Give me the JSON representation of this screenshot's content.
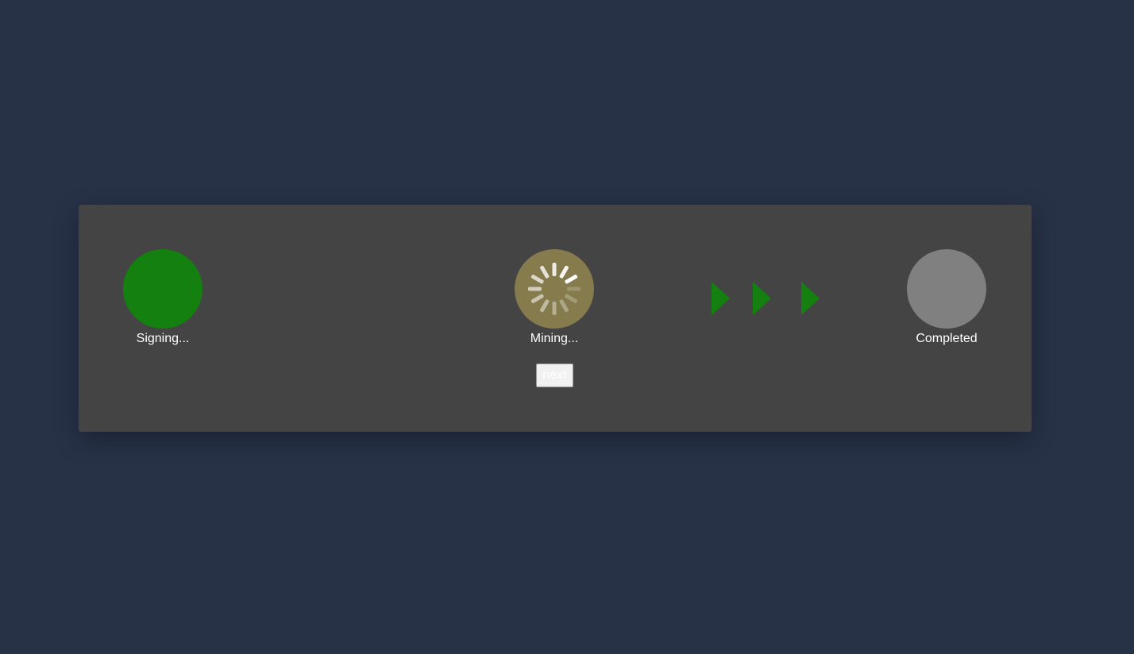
{
  "colors": {
    "background": "#283247",
    "card": "#444444",
    "step_done": "#13800f",
    "step_active": "#857b4d",
    "step_pending": "#808080",
    "arrow": "#13800f",
    "label_text": "#ffffff"
  },
  "steps": [
    {
      "label": "Signing...",
      "state": "done"
    },
    {
      "label": "Mining...",
      "state": "active",
      "icon": "spinner-icon"
    },
    {
      "label": "Completed",
      "state": "pending"
    }
  ],
  "arrows": {
    "count": 3,
    "icon": "triangle-right-icon"
  },
  "next_button": {
    "label": "next"
  }
}
